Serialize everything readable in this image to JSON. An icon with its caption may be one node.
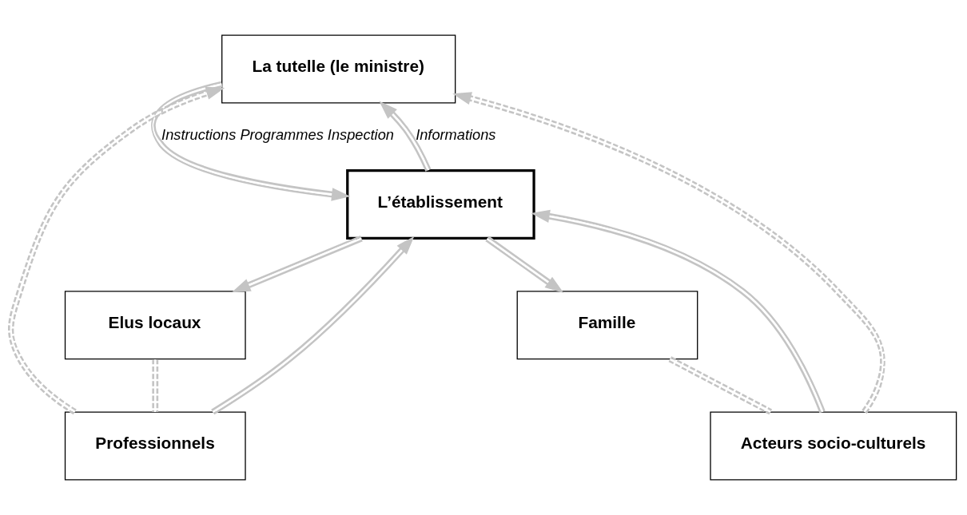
{
  "diagram": {
    "nodes": [
      {
        "text": [
          "La tutelle (le ministre)"
        ]
      },
      {
        "text": [
          "Professionnels"
        ]
      },
      {
        "text": [
          "Acteurs socio-culturels"
        ]
      },
      {
        "text": [
          "L’établissement"
        ]
      },
      {
        "text": [
          "Elus locaux"
        ]
      },
      {
        "text": [
          "Famille"
        ]
      }
    ],
    "edges": [
      {
        "from": 0,
        "to": 3,
        "arrow": "to",
        "label": "Instructions Programmes Inspection"
      },
      {
        "from": 3,
        "to": 0,
        "arrow": "to",
        "label": "Informations"
      },
      {
        "from": 1,
        "to": 0,
        "arrow": "to",
        "style": "dashed"
      },
      {
        "from": 4,
        "to": 1,
        "arrow": "none",
        "style": "dashed"
      },
      {
        "from": 2,
        "to": 0,
        "arrow": "to",
        "style": "dashed"
      },
      {
        "from": 5,
        "to": 2,
        "arrow": "none",
        "style": "dashed"
      },
      {
        "from": 1,
        "to": 3,
        "arrow": "to"
      },
      {
        "from": 3,
        "to": 4,
        "arrow": "to"
      },
      {
        "from": 2,
        "to": 3,
        "arrow": "to"
      },
      {
        "from": 3,
        "to": 5,
        "arrow": "to"
      }
    ]
  }
}
